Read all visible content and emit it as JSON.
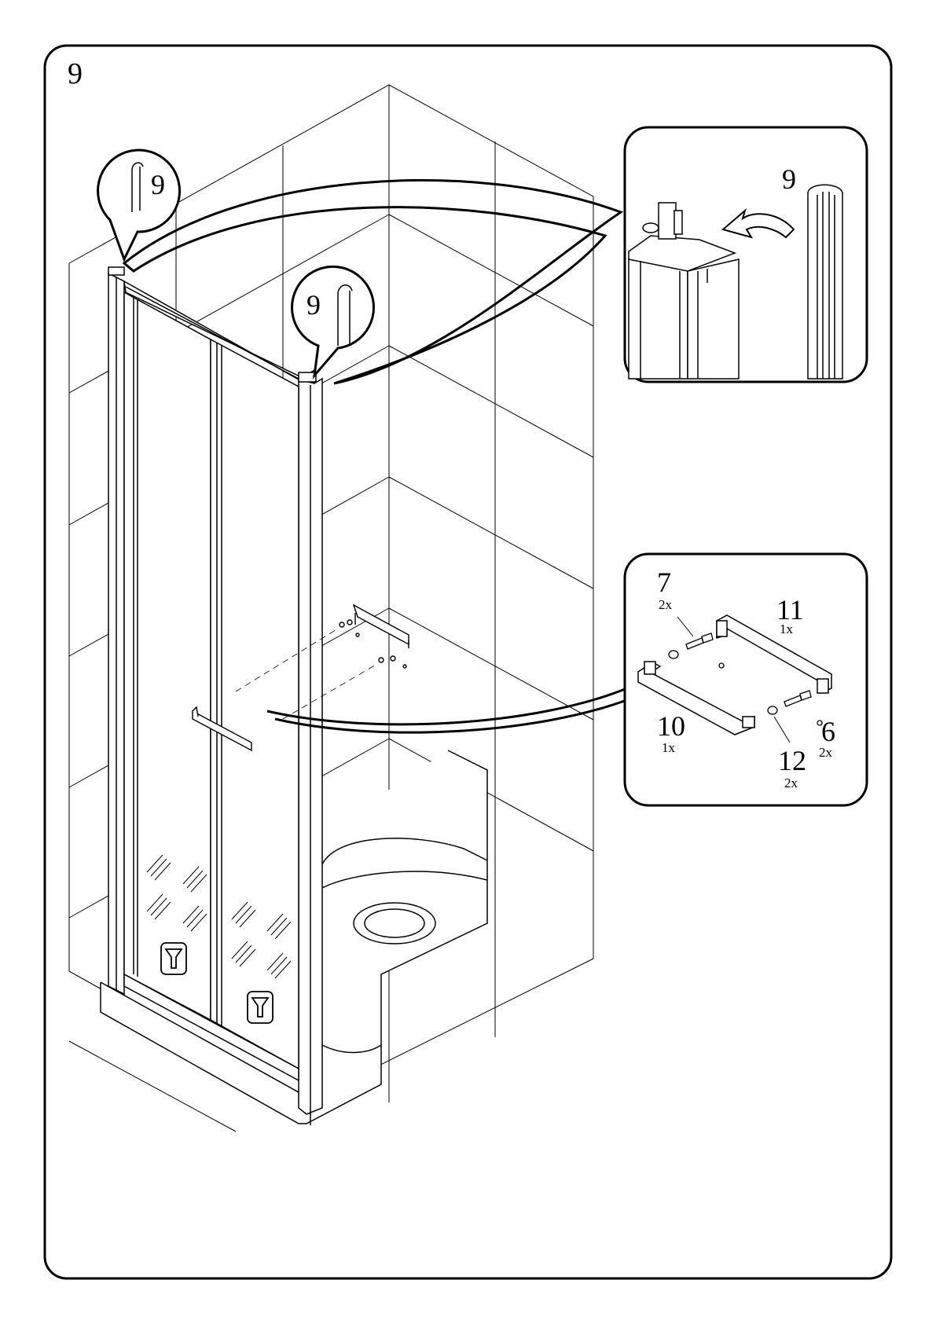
{
  "step_number": "9",
  "callouts": {
    "corner_left_label": "9",
    "corner_center_label": "9",
    "profile_detail_label": "9"
  },
  "parts": [
    {
      "number": "7",
      "quantity": "2x"
    },
    {
      "number": "11",
      "quantity": "1x"
    },
    {
      "number": "10",
      "quantity": "1x"
    },
    {
      "number": "6",
      "quantity": "2x"
    },
    {
      "number": "12",
      "quantity": "2x"
    }
  ],
  "colors": {
    "line": "#000000",
    "background": "#ffffff"
  }
}
